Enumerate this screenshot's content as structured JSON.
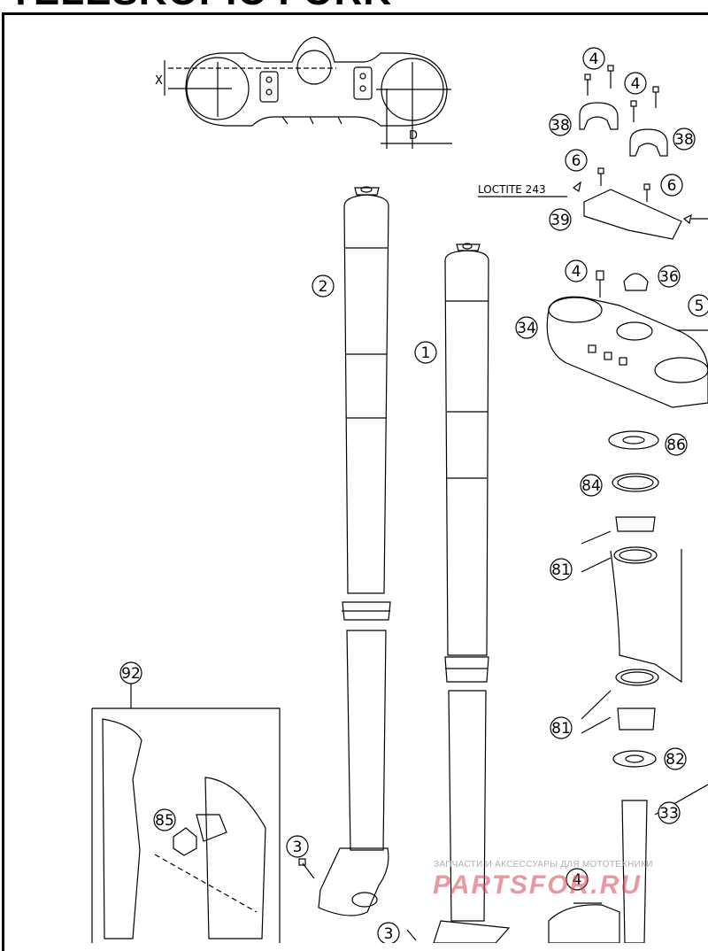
{
  "title": "TELESKOPIC FORK",
  "dimension_labels": {
    "x": "X",
    "d": "D"
  },
  "loctite_label": "LOCTITE 243",
  "callouts": [
    {
      "num": "4"
    },
    {
      "num": "4"
    },
    {
      "num": "38"
    },
    {
      "num": "38"
    },
    {
      "num": "6"
    },
    {
      "num": "6"
    },
    {
      "num": "39"
    },
    {
      "num": "4"
    },
    {
      "num": "36"
    },
    {
      "num": "5"
    },
    {
      "num": "34"
    },
    {
      "num": "2"
    },
    {
      "num": "1"
    },
    {
      "num": "86"
    },
    {
      "num": "84"
    },
    {
      "num": "81"
    },
    {
      "num": "81"
    },
    {
      "num": "82"
    },
    {
      "num": "33"
    },
    {
      "num": "92"
    },
    {
      "num": "85"
    },
    {
      "num": "3"
    },
    {
      "num": "3"
    },
    {
      "num": "4"
    }
  ],
  "watermark": {
    "line1": "ЗАПЧАСТИ И АКСЕССУАРЫ ДЛЯ МОТОТЕХНИКИ",
    "line2": "PARTSFOR.RU"
  },
  "colors": {
    "line": "#000000",
    "watermark": "#d64652"
  }
}
